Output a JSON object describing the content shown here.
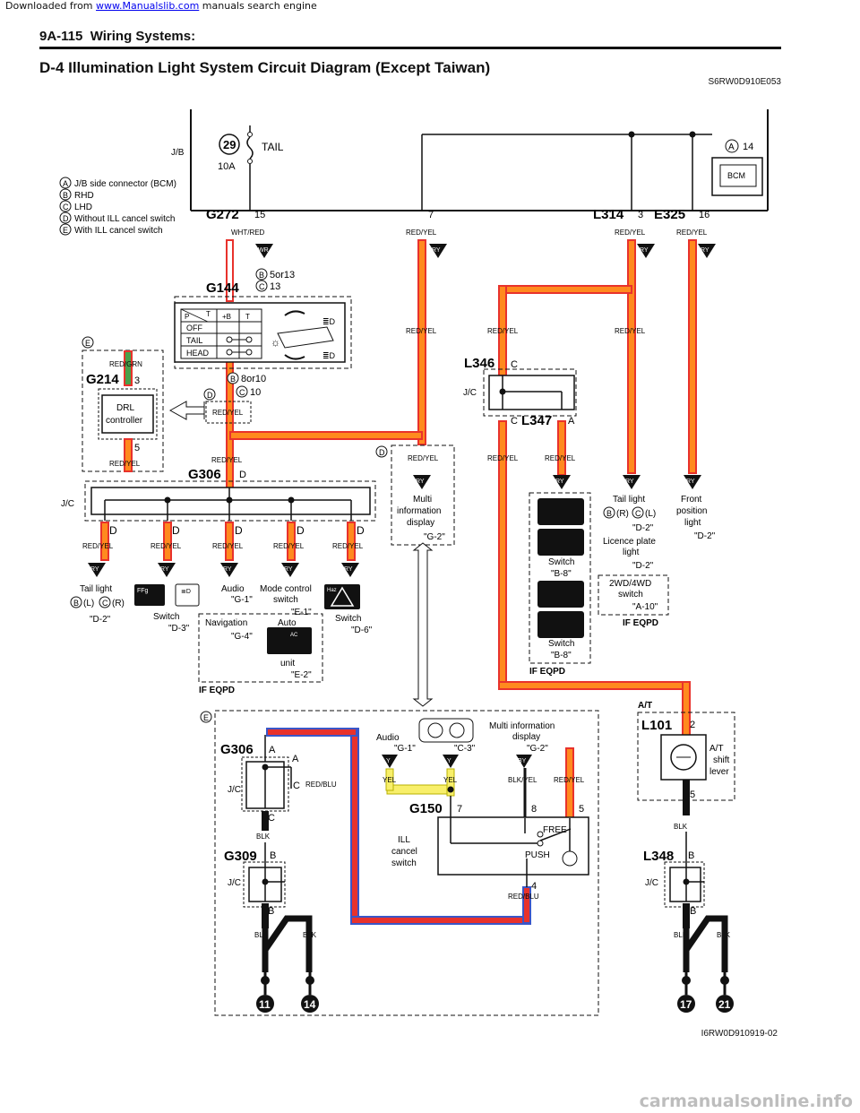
{
  "header": {
    "download_prefix": "Downloaded from",
    "download_link": "www.Manualslib.com",
    "download_suffix": "manuals search engine",
    "page_ref": "9A-115",
    "section": "Wiring Systems:",
    "title": "D-4 Illumination Light System Circuit Diagram (Except Taiwan)",
    "diagram_code": "S6RW0D910E053",
    "figure_code": "I6RW0D910919-02",
    "watermark": "carmanualsonline.info"
  },
  "legend": [
    {
      "key": "A",
      "text": "J/B side connector (BCM)"
    },
    {
      "key": "B",
      "text": "RHD"
    },
    {
      "key": "C",
      "text": "LHD"
    },
    {
      "key": "D",
      "text": "Without ILL cancel switch"
    },
    {
      "key": "E",
      "text": "With ILL cancel switch"
    }
  ],
  "labels": {
    "jb": "J/B",
    "jc": "J/C",
    "fuse_no": "29",
    "fuse_name": "TAIL",
    "fuse_amp": "10A",
    "bcm": "BCM",
    "bcm_pin": "14",
    "g272": "G272",
    "g272_pin": "15",
    "l314": "L314",
    "l314_pin": "3",
    "e325": "E325",
    "e325_pin": "16",
    "pin7": "7",
    "g144": "G144",
    "g144_top": "5or13",
    "g144_top_c": "13",
    "g144_bot": "8or10",
    "g144_bot_c": "10",
    "g214": "G214",
    "g214_pin3": "3",
    "g214_pin5": "5",
    "drl": "DRL",
    "controller": "controller",
    "l346": "L346",
    "l347": "L347",
    "g306": "G306",
    "g306_d": "D",
    "switch_off": "OFF",
    "switch_tail": "TAIL",
    "switch_head": "HEAD",
    "sw_p": "P",
    "sw_t": "T",
    "sw_b": "+B",
    "sw_t2": "T",
    "g150": "G150",
    "g150_p7": "7",
    "g150_p8": "8",
    "g150_p5": "5",
    "g150_p4": "4",
    "free": "FREE",
    "push": "PUSH",
    "ill": "ILL",
    "cancel": "cancel",
    "switch": "switch",
    "g309": "G309",
    "l101": "L101",
    "l101_p2": "2",
    "l101_p5": "5",
    "at": "A/T",
    "shift": "shift",
    "lever": "lever",
    "l348": "L348",
    "if_eqpd": "IF EQPD",
    "ground_11": "11",
    "ground_14": "14",
    "ground_17": "17",
    "ground_21": "21"
  },
  "wires": {
    "wht_red": "WHT/RED",
    "red_yel": "RED/YEL",
    "red_grn": "RED/GRN",
    "red_blu": "RED/BLU",
    "yel": "YEL",
    "blk_yel": "BLK/YEL",
    "blk": "BLK",
    "wr": "WR",
    "ry": "RY",
    "y": "Y",
    "by": "BY"
  },
  "components": {
    "tail_light_left": "Tail light",
    "tail_light_left_b": "(L)",
    "tail_light_left_c": "(R)",
    "ref_d2": "\"D-2\"",
    "switch_d3": "Switch",
    "ref_d3": "\"D-3\"",
    "audio": "Audio",
    "ref_g1": "\"G-1\"",
    "mode_control": "Mode control",
    "mode_switch": "switch",
    "ref_e1": "\"E-1\"",
    "switch_d6": "Switch",
    "ref_d6": "\"D-6\"",
    "navigation": "Navigation",
    "ref_g4": "\"G-4\"",
    "auto": "Auto",
    "unit": "unit",
    "ref_e2": "\"E-2\"",
    "multi_info": "Multi",
    "info": "information",
    "display": "display",
    "ref_g2": "\"G-2\"",
    "switch_b8": "Switch",
    "ref_b8": "\"B-8\"",
    "tail_light_right": "Tail light",
    "tr_b": "(R)",
    "tr_c": "(L)",
    "licence": "Licence plate",
    "licence2": "light",
    "front": "Front",
    "position": "position",
    "light": "light",
    "wd": "2WD/4WD",
    "wd_switch": "switch",
    "ref_a10": "\"A-10\"",
    "audio_b": "Audio",
    "ref_c3": "\"C-3\"",
    "multi_info_b": "Multi information",
    "display_b": "display"
  },
  "colors": {
    "wire_red": "#e8322c",
    "wire_orange": "#ff8a1e",
    "wire_yellow": "#f8ef6a",
    "wire_blue": "#3a56c8",
    "black": "#111111"
  },
  "icons": [
    "eye-probe-icon",
    "ground-symbol-icon",
    "fog-light-icon",
    "hazard-icon",
    "seat-heater-icon",
    "ac-icon",
    "bulb-icon"
  ]
}
